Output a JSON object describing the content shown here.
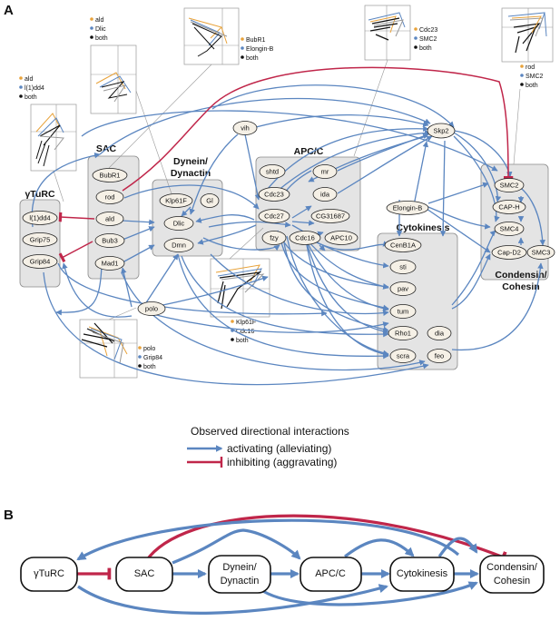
{
  "panel_a": {
    "label": "A",
    "groups": {
      "gturc": "γTuRC",
      "sac": "SAC",
      "dynein": [
        "Dynein/",
        "Dynactin"
      ],
      "apcc": "APC/C",
      "cytokinesis": "Cytokinesis",
      "condensin": [
        "Condensin/",
        "Cohesin"
      ]
    },
    "nodes": {
      "l1dd4": "l(1)dd4",
      "grip75": "Grip75",
      "grip84": "Grip84",
      "bubr1": "BubR1",
      "rod": "rod",
      "ald": "ald",
      "bub3": "Bub3",
      "mad1": "Mad1",
      "klp61f": "Klp61F",
      "gl": "Gl",
      "dlic": "Dlic",
      "dmn": "Dmn",
      "vih": "vih",
      "polo": "polo",
      "shtd": "shtd",
      "cdc23": "Cdc23",
      "mr": "mr",
      "ida": "ida",
      "cdc27": "Cdc27",
      "cg31687": "CG31687",
      "fzy": "fzy",
      "cdc16": "Cdc16",
      "apc10": "APC10",
      "skp2": "Skp2",
      "elonginb": "Elongin-B",
      "cenb1a": "CenB1A",
      "sti": "sti",
      "pav": "pav",
      "tum": "tum",
      "rho1": "Rho1",
      "scra": "scra",
      "dia": "dia",
      "feo": "feo",
      "smc2": "SMC2",
      "caph": "CAP-H",
      "smc4": "SMC4",
      "capd2": "Cap-D2",
      "smc3": "SMC3"
    },
    "insets": [
      {
        "labels": [
          "ald",
          "l(1)dd4",
          "both"
        ]
      },
      {
        "labels": [
          "ald",
          "Dlic",
          "both"
        ]
      },
      {
        "labels": [
          "BubR1",
          "Elongin-B",
          "both"
        ]
      },
      {
        "labels": [
          "Cdc23",
          "SMC2",
          "both"
        ]
      },
      {
        "labels": [
          "rod",
          "SMC2",
          "both"
        ]
      },
      {
        "labels": [
          "Klp61F",
          "Cdc16",
          "both"
        ]
      },
      {
        "labels": [
          "polo",
          "Grip84",
          "both"
        ]
      }
    ],
    "legend": {
      "title": "Observed directional interactions",
      "activating": "activating (alleviating)",
      "inhibiting": "inhibiting (aggravating)"
    }
  },
  "panel_b": {
    "label": "B",
    "nodes": [
      "γTuRC",
      "SAC",
      "Dynein/|Dynactin",
      "APC/C",
      "Cytokinesis",
      "Condensin/|Cohesin"
    ]
  },
  "colors": {
    "activating": "#5b86c0",
    "inhibiting": "#c0264a",
    "series_a": "#e8a23a",
    "series_b": "#5b86c0",
    "both": "#111111",
    "group_fill": "#e4e4e4",
    "node_fill": "#f5f0e6"
  }
}
